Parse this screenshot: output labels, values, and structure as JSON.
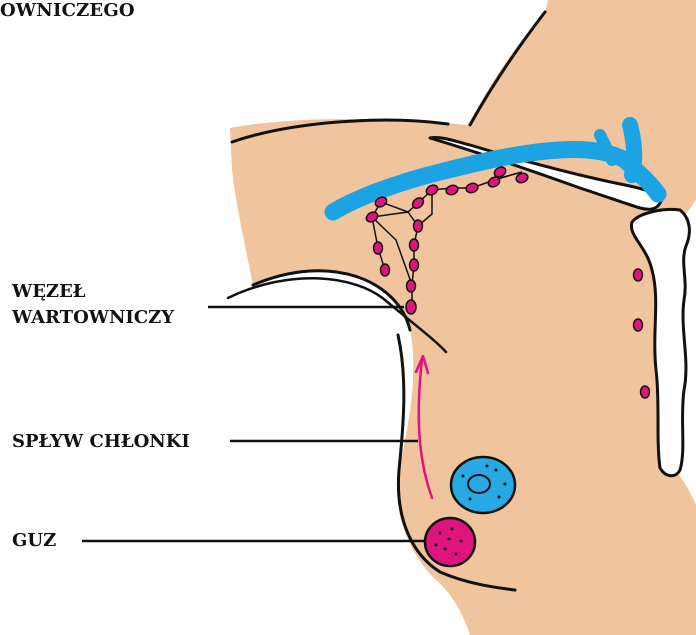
{
  "title_fragment": "OWNICZEGO",
  "labels": {
    "sentinel_node_line1": "WĘZEŁ",
    "sentinel_node_line2": "WARTOWNICZY",
    "lymph_drainage": "SPŁYW CHŁONKI",
    "tumor": "GUZ"
  },
  "colors": {
    "skin": "#f0c49c",
    "vessel": "#1ca3e3",
    "lymph_node": "#e0147e",
    "areola": "#29a9e4",
    "tumor": "#e0147e",
    "outline": "#111111",
    "bone": "#ffffff"
  }
}
